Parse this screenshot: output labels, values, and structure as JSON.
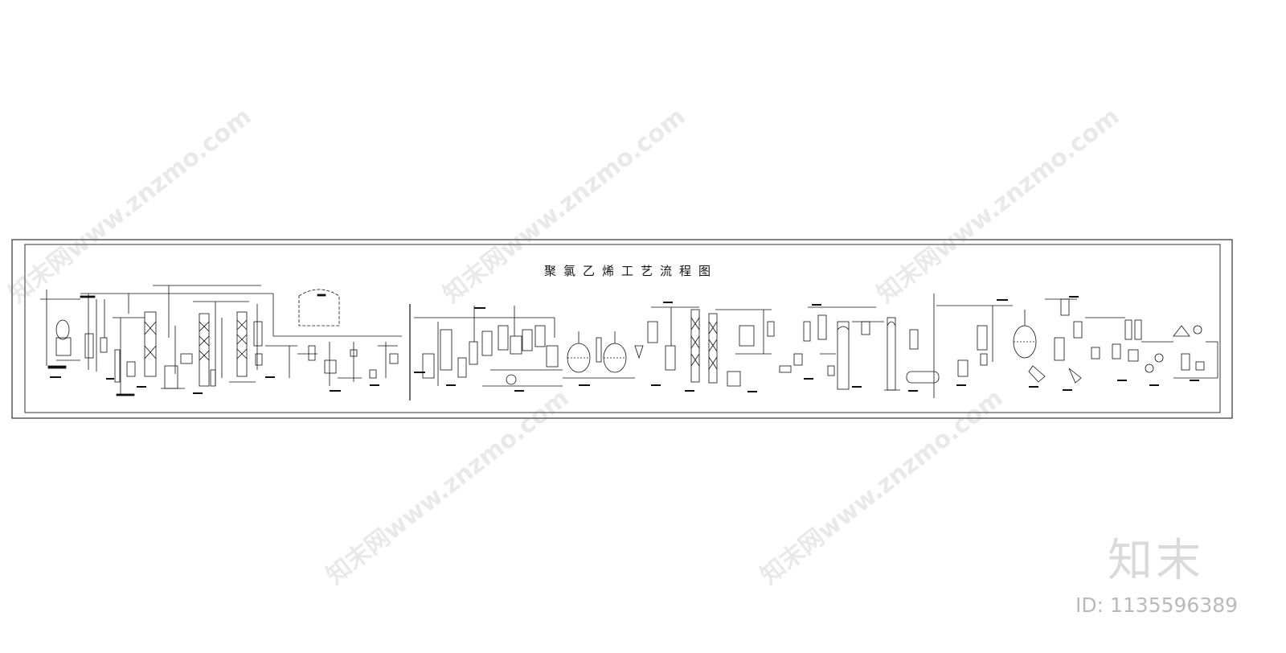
{
  "diagram": {
    "title": "聚氯乙烯工艺流程图"
  },
  "watermark": {
    "text": "知末网www.znzmo.com",
    "logo_text": "知末",
    "id_text": "ID: 1135596389"
  },
  "colors": {
    "line": "#111111",
    "frame": "#333333",
    "background": "#ffffff"
  }
}
